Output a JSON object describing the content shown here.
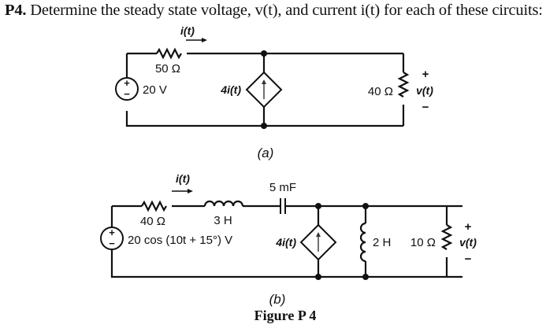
{
  "problem": {
    "number": "P4.",
    "text": "Determine the steady state voltage, v(t), and current i(t) for each of these circuits:"
  },
  "circuit_a": {
    "caption": "(a)",
    "current_label": "i(t)",
    "resistor_series": "50 Ω",
    "source": "20 V",
    "source_plus": "+",
    "source_minus": "−",
    "dependent_source": "4i(t)",
    "resistor_load": "40 Ω",
    "v_plus": "+",
    "v_label": "v(t)",
    "v_minus": "−"
  },
  "circuit_b": {
    "caption": "(b)",
    "current_label": "i(t)",
    "resistor_series": "40 Ω",
    "inductor_series": "3 H",
    "capacitor": "5 mF",
    "source": "20 cos (10t + 15°) V",
    "source_plus": "+",
    "source_minus": "−",
    "dependent_source": "4i(t)",
    "inductor_shunt": "2 H",
    "resistor_load": "10 Ω",
    "v_plus": "+",
    "v_label": "v(t)",
    "v_minus": "−"
  },
  "figure_label": "Figure P 4"
}
